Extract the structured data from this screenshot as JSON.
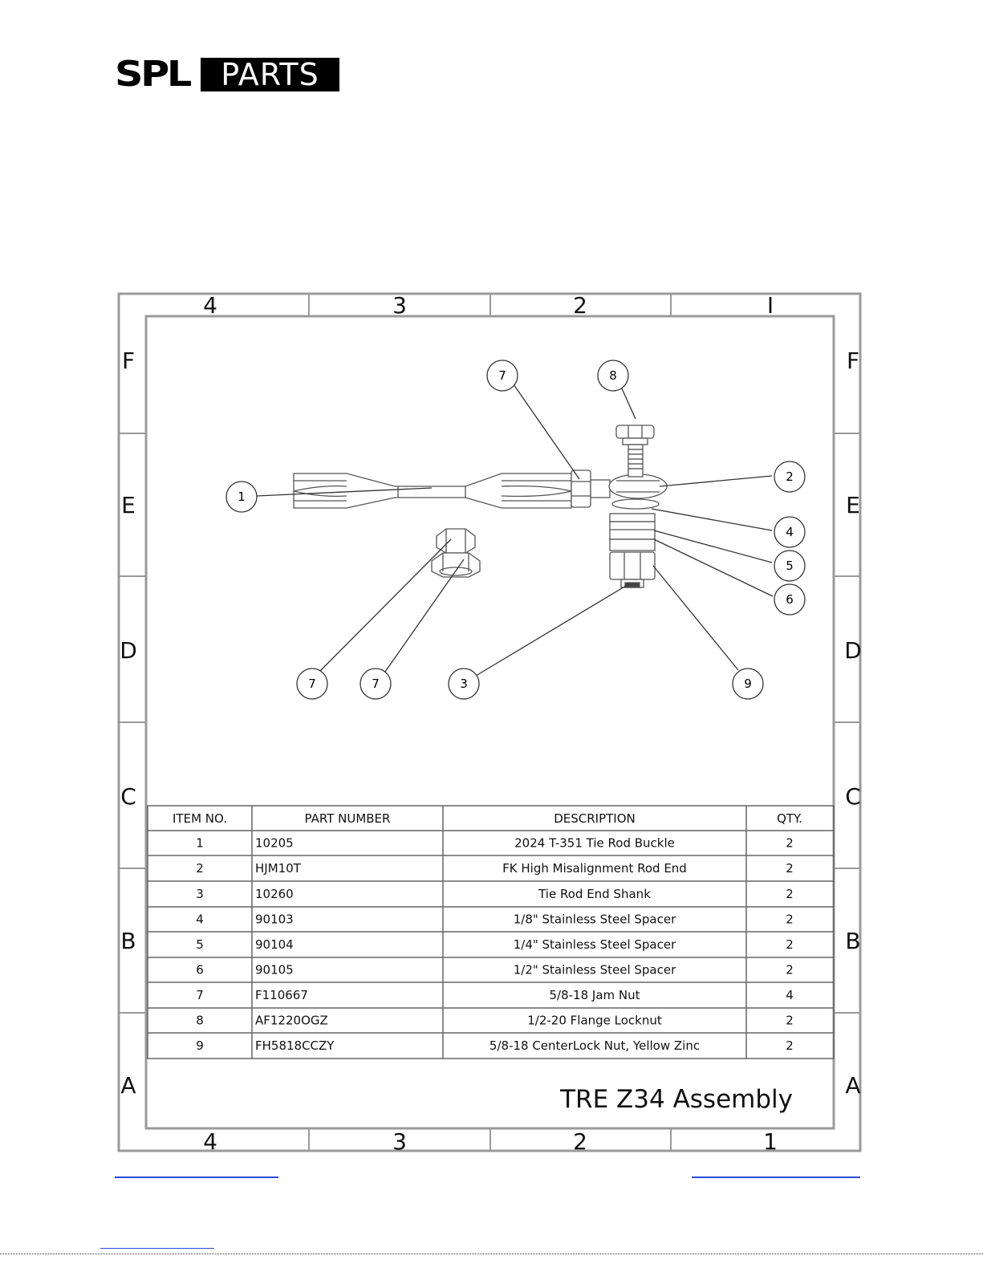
{
  "logo": {
    "left": "SPL",
    "right": "PARTS"
  },
  "zones": {
    "columns_top": [
      "4",
      "3",
      "2",
      "I"
    ],
    "columns_bottom": [
      "4",
      "3",
      "2",
      "1"
    ],
    "rows": [
      "F",
      "E",
      "D",
      "C",
      "B",
      "A"
    ]
  },
  "balloons": {
    "b1": "1",
    "b2": "2",
    "b3": "3",
    "b4": "4",
    "b5": "5",
    "b6": "6",
    "b7a": "7",
    "b7b": "7",
    "b7c": "7",
    "b8": "8",
    "b9": "9"
  },
  "bom": {
    "headers": [
      "ITEM NO.",
      "PART NUMBER",
      "DESCRIPTION",
      "QTY."
    ],
    "rows": [
      [
        "1",
        "10205",
        "2024 T-351 Tie Rod Buckle",
        "2"
      ],
      [
        "2",
        "HJM10T",
        "FK High Misalignment Rod End",
        "2"
      ],
      [
        "3",
        "10260",
        "Tie Rod End Shank",
        "2"
      ],
      [
        "4",
        "90103",
        "1/8\" Stainless Steel Spacer",
        "2"
      ],
      [
        "5",
        "90104",
        "1/4\" Stainless Steel Spacer",
        "2"
      ],
      [
        "6",
        "90105",
        "1/2\" Stainless Steel Spacer",
        "2"
      ],
      [
        "7",
        "F110667",
        "5/8-18 Jam Nut",
        "4"
      ],
      [
        "8",
        "AF1220OGZ",
        "1/2-20 Flange Locknut",
        "2"
      ],
      [
        "9",
        "FH5818CCZY",
        "5/8-18 CenterLock Nut, Yellow Zinc",
        "2"
      ]
    ]
  },
  "title_block": {
    "title": "TRE Z34 Assembly"
  },
  "colors": {
    "link": "#2a4bd7",
    "border": "#888888",
    "ink": "#111111"
  }
}
